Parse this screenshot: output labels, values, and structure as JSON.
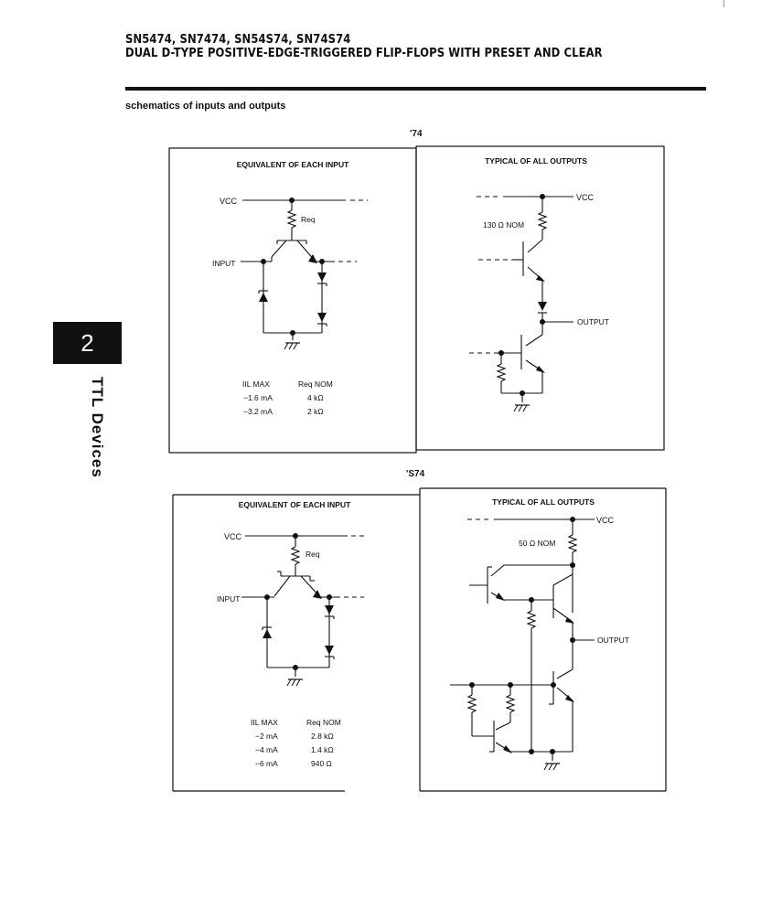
{
  "header": {
    "title_line1": "SN5474, SN7474, SN54S74, SN74S74",
    "title_line2": "DUAL D-TYPE POSITIVE-EDGE-TRIGGERED FLIP-FLOPS WITH PRESET AND CLEAR"
  },
  "section": {
    "heading": "schematics of inputs and outputs"
  },
  "side_tab": {
    "number": "2",
    "label": "TTL Devices"
  },
  "variants": [
    {
      "label": "'74",
      "input_panel": {
        "title": "EQUIVALENT OF EACH INPUT",
        "vcc": "VCC",
        "req": "Req",
        "input": "INPUT",
        "table": {
          "col1": "IIL MAX",
          "col2": "Req NOM",
          "rows": [
            [
              "−1.6 mA",
              "4 kΩ"
            ],
            [
              "−3.2 mA",
              "2 kΩ"
            ]
          ]
        }
      },
      "output_panel": {
        "title": "TYPICAL OF ALL OUTPUTS",
        "vcc": "VCC",
        "resistor": "130 Ω NOM",
        "output": "OUTPUT"
      }
    },
    {
      "label": "'S74",
      "input_panel": {
        "title": "EQUIVALENT OF EACH INPUT",
        "vcc": "VCC",
        "req": "Req",
        "input": "INPUT",
        "table": {
          "col1": "IIL MAX",
          "col2": "Req NOM",
          "rows": [
            [
              "−2 mA",
              "2.8 kΩ"
            ],
            [
              "−4 mA",
              "1.4 kΩ"
            ],
            [
              "−6 mA",
              "940 Ω"
            ]
          ]
        }
      },
      "output_panel": {
        "title": "TYPICAL OF ALL OUTPUTS",
        "vcc": "VCC",
        "resistor": "50 Ω NOM",
        "output": "OUTPUT"
      }
    }
  ]
}
